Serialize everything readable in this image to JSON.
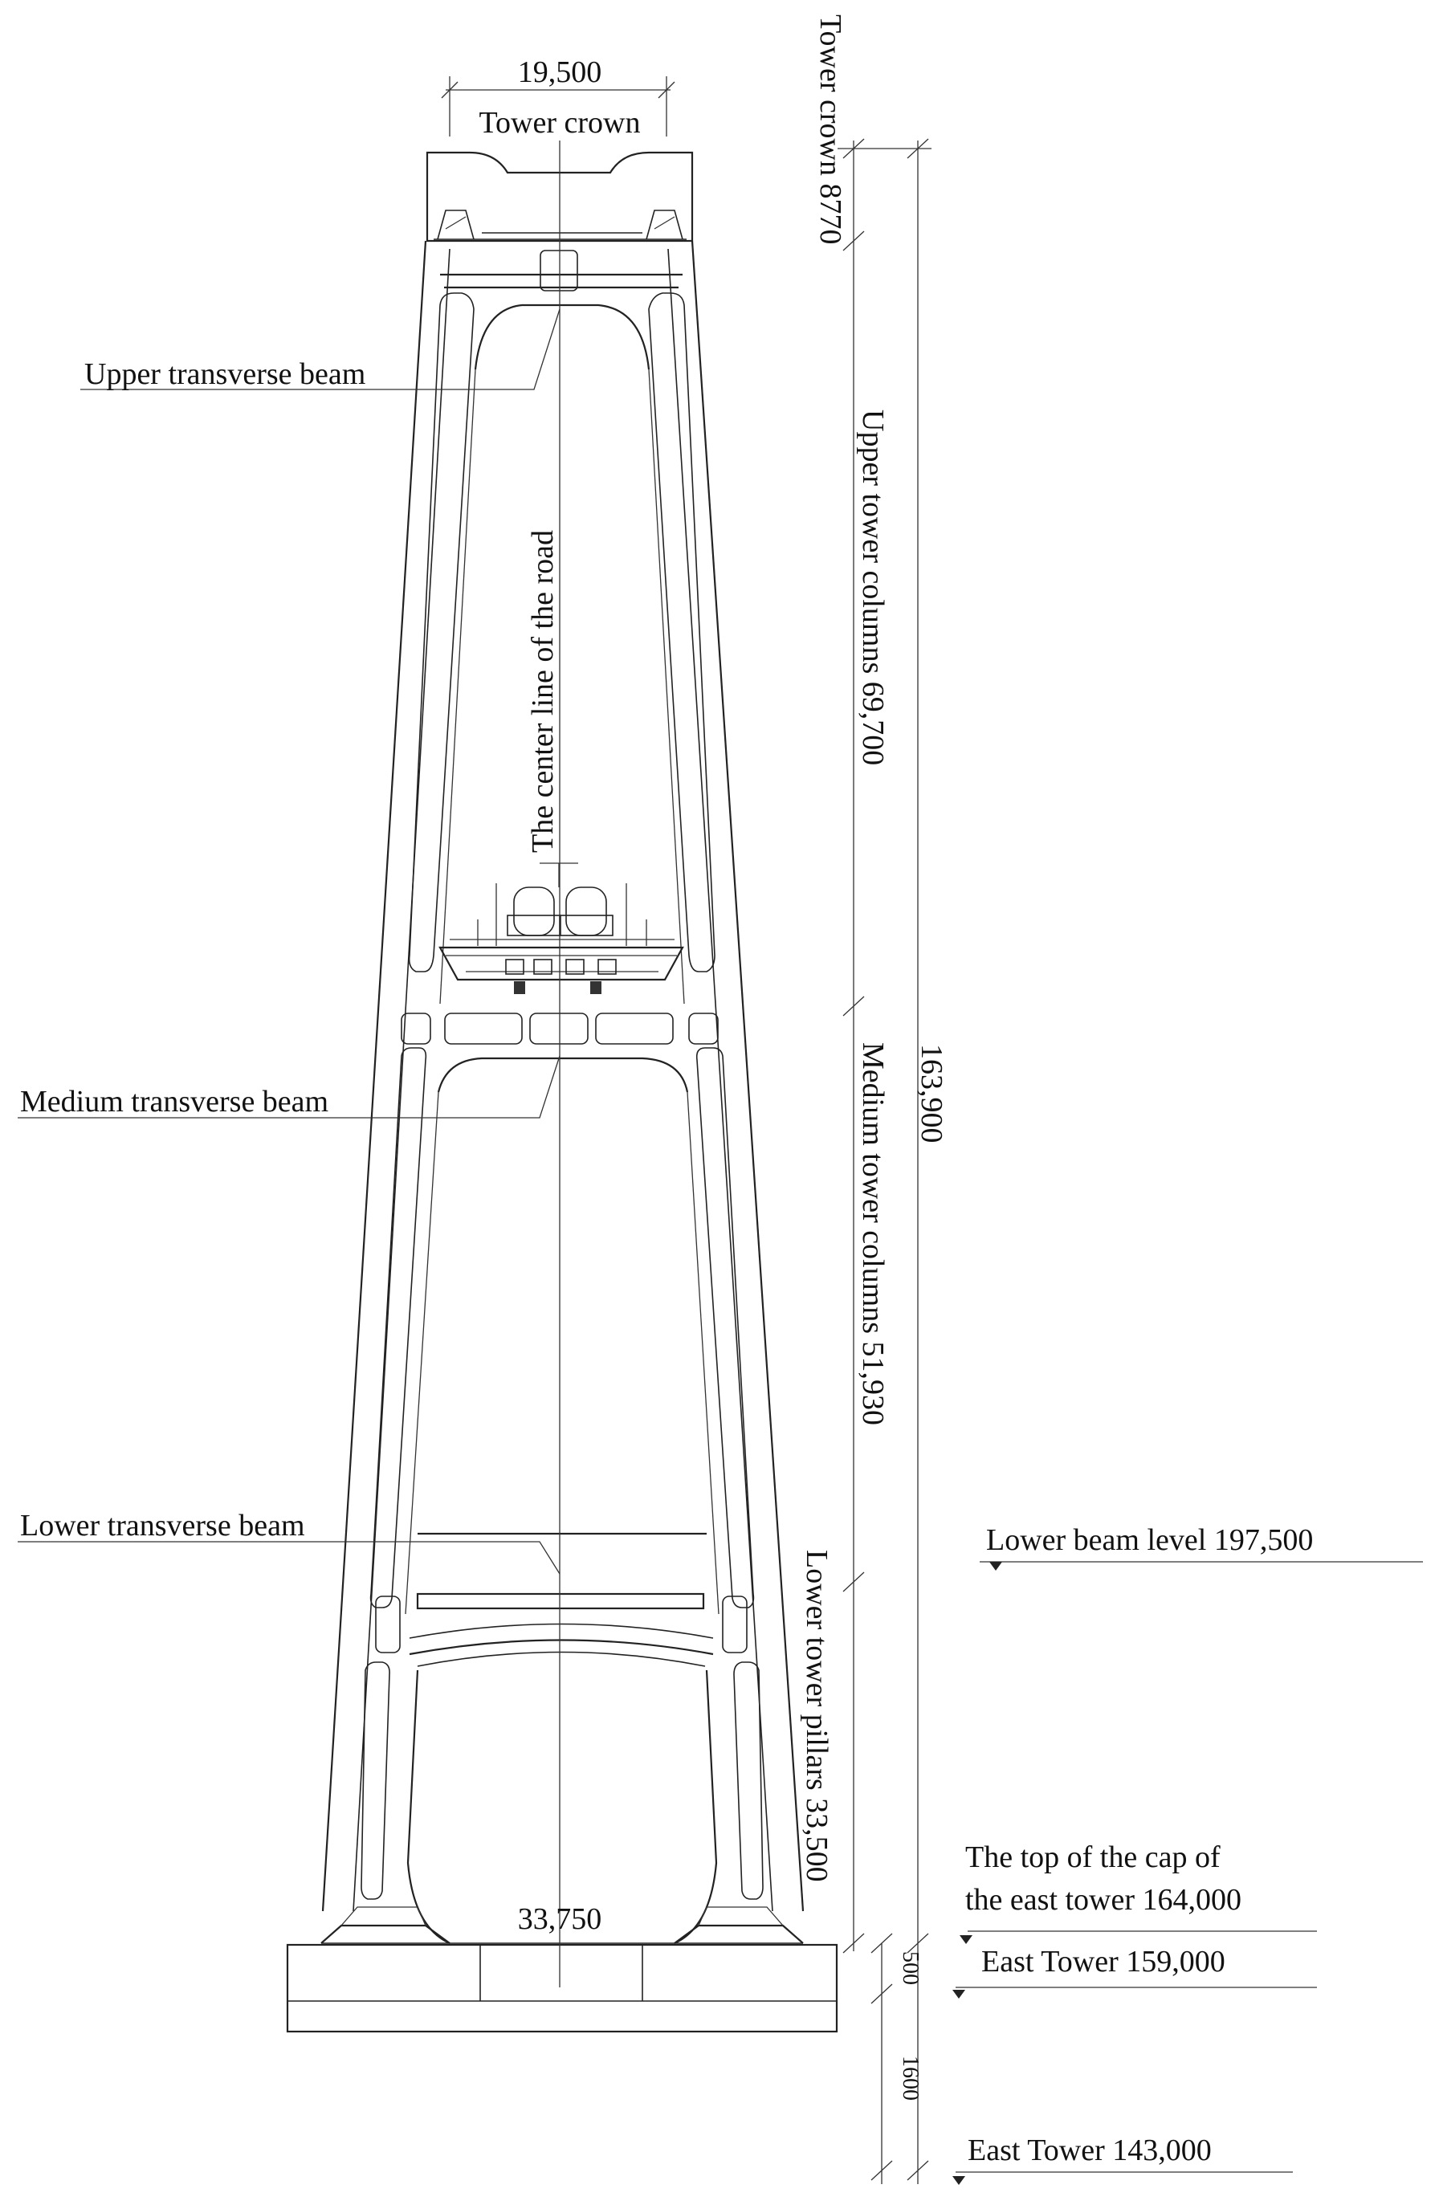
{
  "dimensions": {
    "crown_width": "19,500",
    "base_width": "33,750",
    "total_height": "163,900",
    "tower_crown": "Tower crown 8770",
    "upper_columns": "Upper tower columns 69,700",
    "medium_columns": "Medium tower columns 51,930",
    "lower_pillars": "Lower tower pillars 33,500",
    "cap_thickness": "500",
    "pile_depth": "1600"
  },
  "labels": {
    "crown": "Tower crown",
    "upper_beam": "Upper transverse beam",
    "medium_beam": "Medium transverse beam",
    "lower_beam": "Lower transverse beam",
    "center_line": "The center line of the road"
  },
  "levels": {
    "lower_beam_level": "Lower beam level 197,500",
    "cap_top_line1": "The top of the cap of",
    "cap_top_line2": "the east tower 164,000",
    "east_tower_159": "East Tower 159,000",
    "east_tower_143": "East Tower 143,000"
  }
}
